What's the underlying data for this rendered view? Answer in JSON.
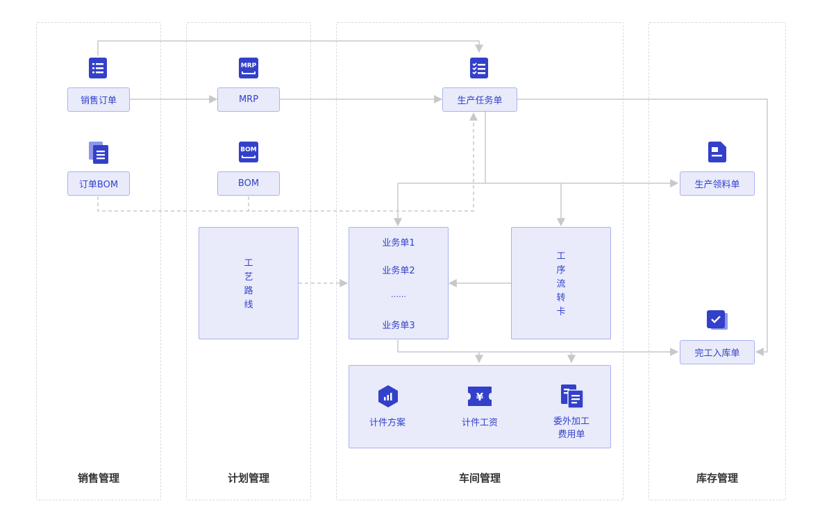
{
  "lanes": {
    "sales": "销售管理",
    "plan": "计划管理",
    "workshop": "车间管理",
    "stock": "库存管理"
  },
  "nodes": {
    "sales_order": "销售订单",
    "order_bom": "订单BOM",
    "mrp": "MRP",
    "bom": "BOM",
    "production_task": "生产任务单",
    "material_requisition": "生产领料单",
    "completion_receipt": "完工入库单",
    "process_route": [
      "工",
      "艺",
      "路",
      "线"
    ],
    "process_card": [
      "工",
      "序",
      "流",
      "转",
      "卡"
    ],
    "business_orders": [
      "业务单1",
      "业务单2",
      "……",
      "业务单3"
    ],
    "piece_plan": "计件方案",
    "piece_wage": "计件工资",
    "outsource_fee": [
      "委外加工",
      "费用单"
    ]
  },
  "icons": {
    "mrp_text": "MRP",
    "bom_text": "BOM",
    "yuan": "¥"
  },
  "colors": {
    "accent": "#3340c9",
    "node_fill": "#e9ebfb",
    "node_border": "#a9b1f0",
    "connector": "#c8c8cc"
  }
}
